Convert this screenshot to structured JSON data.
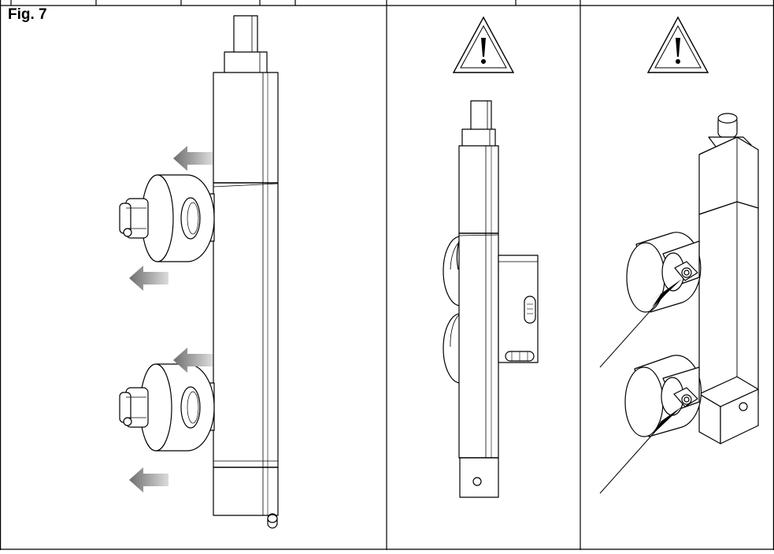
{
  "figure": {
    "label": "Fig. 7",
    "panels": [
      {
        "id": "dismount-rollers",
        "warning": false
      },
      {
        "id": "side-view",
        "warning": true
      },
      {
        "id": "detail-view",
        "warning": true
      }
    ]
  },
  "colors": {
    "line": "#000000",
    "arrow_dark": "#707070",
    "arrow_light": "#d8d8d8",
    "background": "#ffffff"
  }
}
